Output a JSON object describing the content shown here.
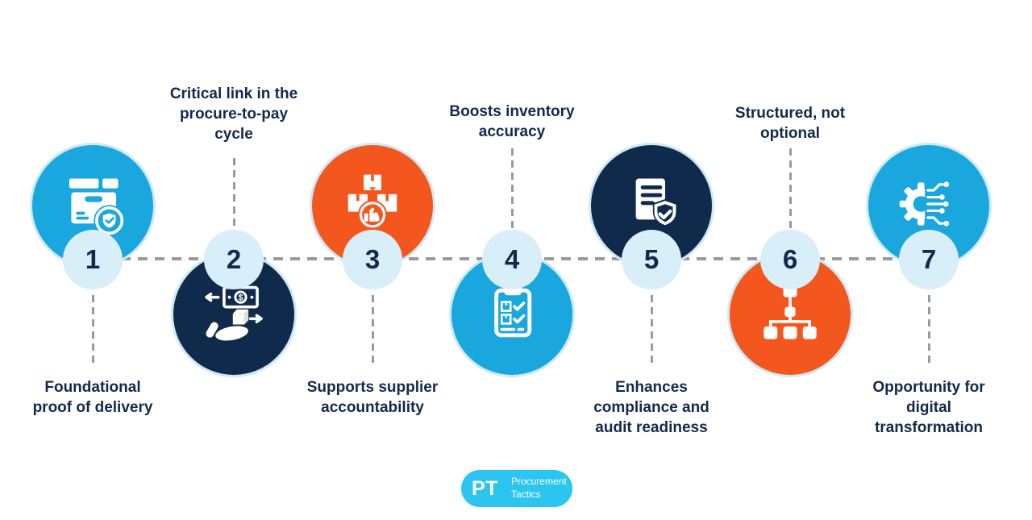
{
  "steps": [
    {
      "number": "1",
      "label": "Foundational proof of delivery",
      "icon": "package-shield-icon",
      "circle_color": "#1AA7DE",
      "label_position": "below"
    },
    {
      "number": "2",
      "label": "Critical link in the procure-to-pay cycle",
      "icon": "payment-exchange-icon",
      "circle_color": "#102A4C",
      "label_position": "above"
    },
    {
      "number": "3",
      "label": "Supports supplier accountability",
      "icon": "boxes-thumbs-up-icon",
      "circle_color": "#F4571E",
      "label_position": "below"
    },
    {
      "number": "4",
      "label": "Boosts inventory accuracy",
      "icon": "inventory-checklist-icon",
      "circle_color": "#1AA7DE",
      "label_position": "above"
    },
    {
      "number": "5",
      "label": "Enhances compliance and audit readiness",
      "icon": "document-shield-icon",
      "circle_color": "#102A4C",
      "label_position": "below"
    },
    {
      "number": "6",
      "label": "Structured, not optional",
      "icon": "hierarchy-icon",
      "circle_color": "#F4571E",
      "label_position": "above"
    },
    {
      "number": "7",
      "label": "Opportunity for digital transformation",
      "icon": "gear-circuit-icon",
      "circle_color": "#1AA7DE",
      "label_position": "below"
    }
  ],
  "logo": {
    "abbr": "PT",
    "line1": "Procurement",
    "line2": "Tactics",
    "bg_color": "#2BC5F0"
  },
  "palette": {
    "light_blue": "#1AA7DE",
    "dark_navy": "#102A4C",
    "orange": "#F4571E",
    "badge_bg": "#D8EEF9",
    "text_navy": "#13294B",
    "dash_gray": "#9A9A9A",
    "circle_halo": "#CDE9F5"
  }
}
